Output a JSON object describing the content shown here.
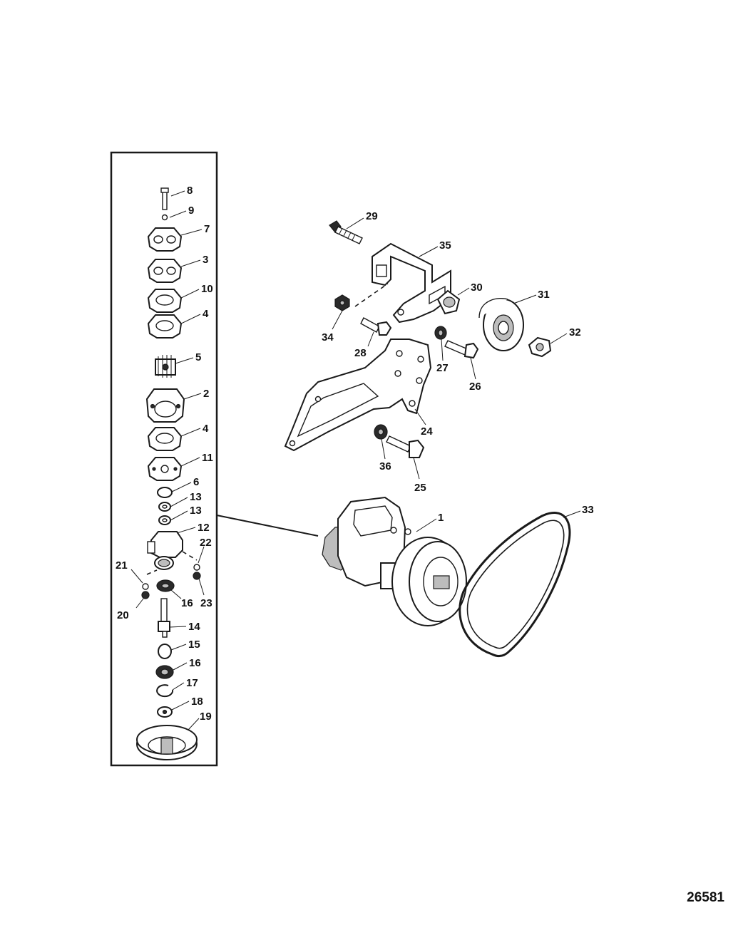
{
  "figure_number": "26581",
  "callouts": {
    "c1": "1",
    "c2": "2",
    "c3": "3",
    "c4a": "4",
    "c4b": "4",
    "c5": "5",
    "c6": "6",
    "c7": "7",
    "c8": "8",
    "c9": "9",
    "c10": "10",
    "c11": "11",
    "c12": "12",
    "c13a": "13",
    "c13b": "13",
    "c14": "14",
    "c15": "15",
    "c16a": "16",
    "c16b": "16",
    "c17": "17",
    "c18": "18",
    "c19": "19",
    "c20": "20",
    "c21": "21",
    "c22": "22",
    "c23": "23",
    "c24": "24",
    "c25": "25",
    "c26": "26",
    "c27": "27",
    "c28": "28",
    "c29": "29",
    "c30": "30",
    "c31": "31",
    "c32": "32",
    "c33": "33",
    "c34": "34",
    "c35": "35",
    "c36": "36"
  }
}
